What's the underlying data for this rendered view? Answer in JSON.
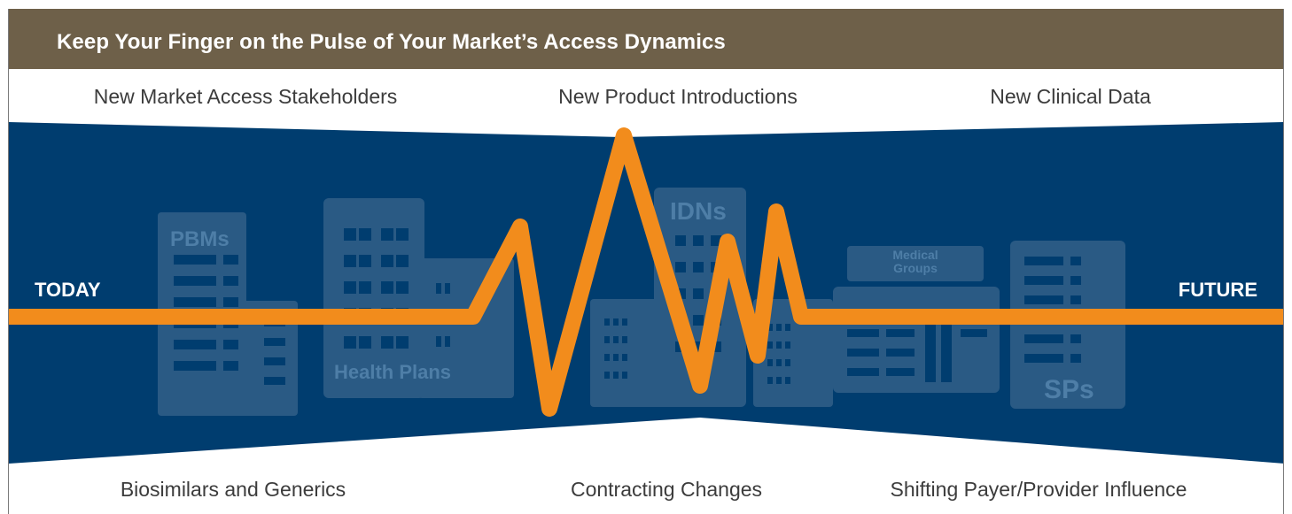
{
  "header": {
    "title": "Keep Your Finger on the Pulse of Your Market’s Access Dynamics"
  },
  "top_labels": [
    "New Market Access Stakeholders",
    "New Product Introductions",
    "New Clinical Data"
  ],
  "bottom_labels": [
    "Biosimilars and Generics",
    "Contracting Changes",
    "Shifting Payer/Provider Influence"
  ],
  "timeline": {
    "start_label": "TODAY",
    "end_label": "FUTURE"
  },
  "buildings": {
    "pbms": "PBMs",
    "health_plans": "Health Plans",
    "idns": "IDNs",
    "medical_groups_line1": "Medical",
    "medical_groups_line2": "Groups",
    "sps": "SPs"
  },
  "colors": {
    "header_bg": "#6e6049",
    "band": "#003d6f",
    "building": "#2a5a84",
    "building_window": "#003d6f",
    "building_text": "#4e7ea7",
    "pulse": "#f28c1c",
    "label_text": "#3c3c3c"
  }
}
